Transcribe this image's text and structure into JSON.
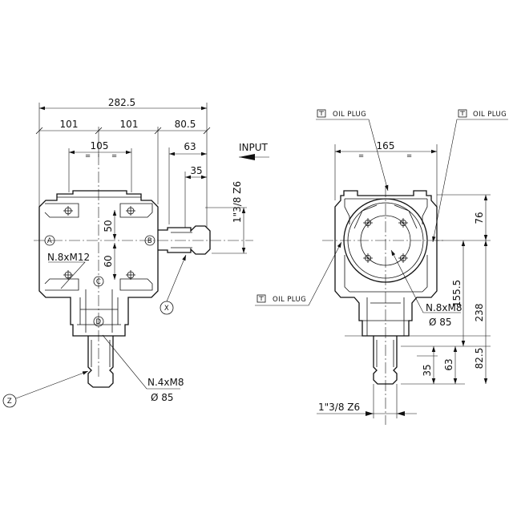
{
  "left_view": {
    "dims": {
      "overall": "282.5",
      "seg1": "101",
      "seg2": "101",
      "seg3": "80.5",
      "bolt_span": "105",
      "shaft_len": "63",
      "shaft_key": "35",
      "up": "50",
      "down": "60"
    },
    "spline": "1\"3/8 Z6",
    "input": "INPUT",
    "bolt_note": "N.8xM12",
    "flange_bolts": "N.4xM8",
    "flange_dia": "Ø 85",
    "markers": {
      "a": "A",
      "b": "B",
      "c": "C",
      "d": "D",
      "x": "X",
      "z": "Z"
    }
  },
  "right_view": {
    "oil_plug": "OIL PLUG",
    "dims": {
      "width": "165",
      "top_h": "76",
      "center_h": "155.5",
      "total_h": "238",
      "shaft_h": "82.5",
      "shaft_len": "63",
      "key_len": "35"
    },
    "bolt_note": "N.8xM8",
    "bolt_dia": "Ø 85",
    "spline": "1\"3/8 Z6"
  }
}
